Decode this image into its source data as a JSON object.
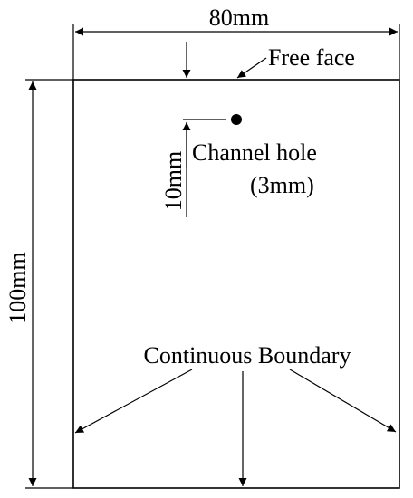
{
  "labels": {
    "width_dim": "80mm",
    "height_dim": "100mm",
    "free_face": "Free face",
    "hole_offset": "10mm",
    "channel_hole_line1": "Channel hole",
    "channel_hole_line2": "(3mm)",
    "boundary": "Continuous Boundary"
  },
  "colors": {
    "ink": "#000000",
    "background": "#ffffff"
  }
}
